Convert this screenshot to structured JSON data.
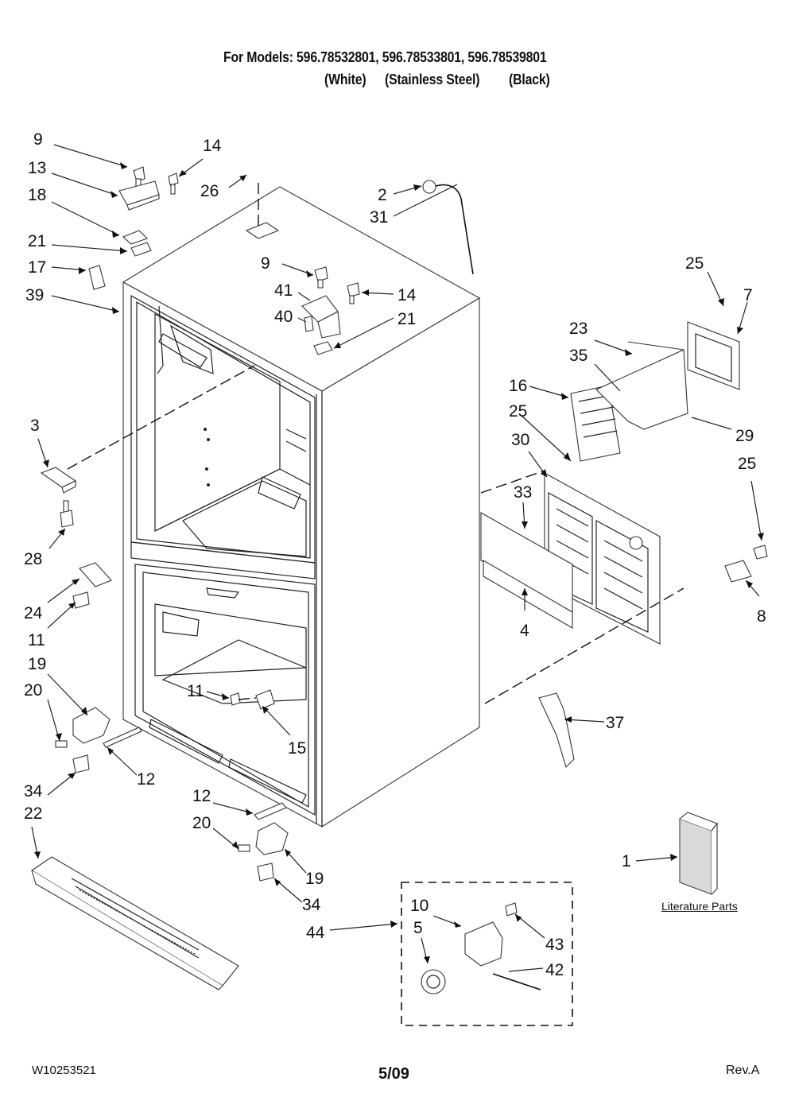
{
  "header": {
    "models_line": "For Models: 596.78532801, 596.78533801, 596.78539801",
    "variant_white": "(White)",
    "variant_stainless": "(Stainless Steel)",
    "variant_black": "(Black)"
  },
  "footer": {
    "doc_number": "W10253521",
    "date": "5/09",
    "revision": "Rev.A"
  },
  "literature_label": "Literature Parts",
  "callouts": [
    "9",
    "14",
    "13",
    "26",
    "18",
    "2",
    "31",
    "21",
    "17",
    "9",
    "39",
    "41",
    "14",
    "40",
    "21",
    "25",
    "7",
    "23",
    "35",
    "16",
    "25",
    "29",
    "3",
    "30",
    "25",
    "33",
    "28",
    "8",
    "24",
    "4",
    "11",
    "19",
    "20",
    "11",
    "37",
    "15",
    "34",
    "12",
    "22",
    "12",
    "20",
    "19",
    "34",
    "1",
    "10",
    "5",
    "43",
    "44",
    "42"
  ]
}
